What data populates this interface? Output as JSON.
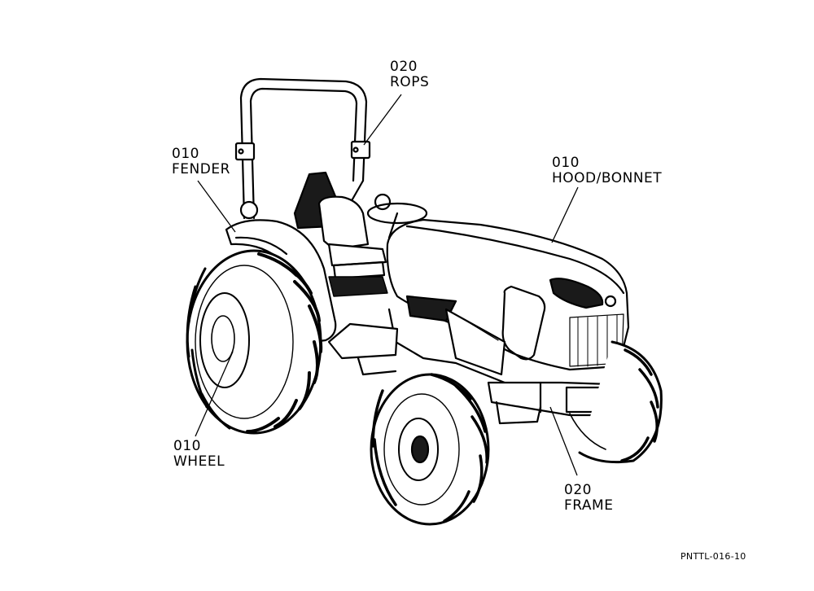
{
  "callouts": {
    "rops": {
      "code": "020",
      "name": "ROPS"
    },
    "fender": {
      "code": "010",
      "name": "FENDER"
    },
    "hood": {
      "code": "010",
      "name": "HOOD/BONNET"
    },
    "wheel": {
      "code": "010",
      "name": "WHEEL"
    },
    "frame": {
      "code": "020",
      "name": "FRAME"
    }
  },
  "figure_ref": "PNTTL-016-10",
  "colors": {
    "ink": "#000000",
    "paper": "#ffffff",
    "shade": "#1a1a1a"
  }
}
